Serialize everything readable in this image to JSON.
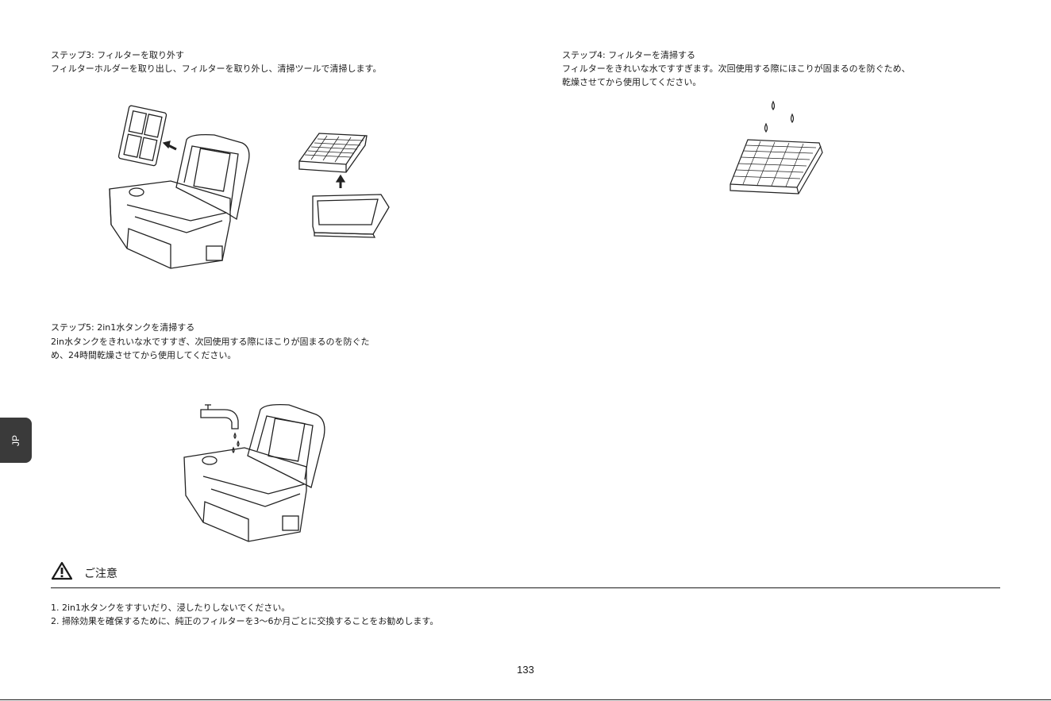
{
  "step3": {
    "title": "ステップ3: フィルターを取り外す",
    "body": "フィルターホルダーを取り出し、フィルターを取り外し、清掃ツールで清掃します。"
  },
  "step4": {
    "title": "ステップ4: フィルターを清掃する",
    "body": [
      "フィルターをきれいな水ですすぎます。次回使用する際にほこりが固まるのを防ぐため、",
      "乾燥させてから使用してください。"
    ]
  },
  "step5": {
    "title": "ステップ5: 2in1水タンクを清掃する",
    "body": [
      "2in水タンクをきれいな水ですすぎ、次回使用する際にほこりが固まるのを防ぐた",
      "め、24時間乾燥させてから使用してください。"
    ]
  },
  "side_tab": {
    "label": "JP"
  },
  "caution": {
    "icon": "warning-triangle-icon",
    "title": "ご注意",
    "items": [
      "1. 2in1水タンクをすすいだり、浸したりしないでください。",
      "2. 掃除効果を確保するために、純正のフィルターを3〜6か月ごとに交換することをお勧めします。"
    ]
  },
  "page_number": "133"
}
